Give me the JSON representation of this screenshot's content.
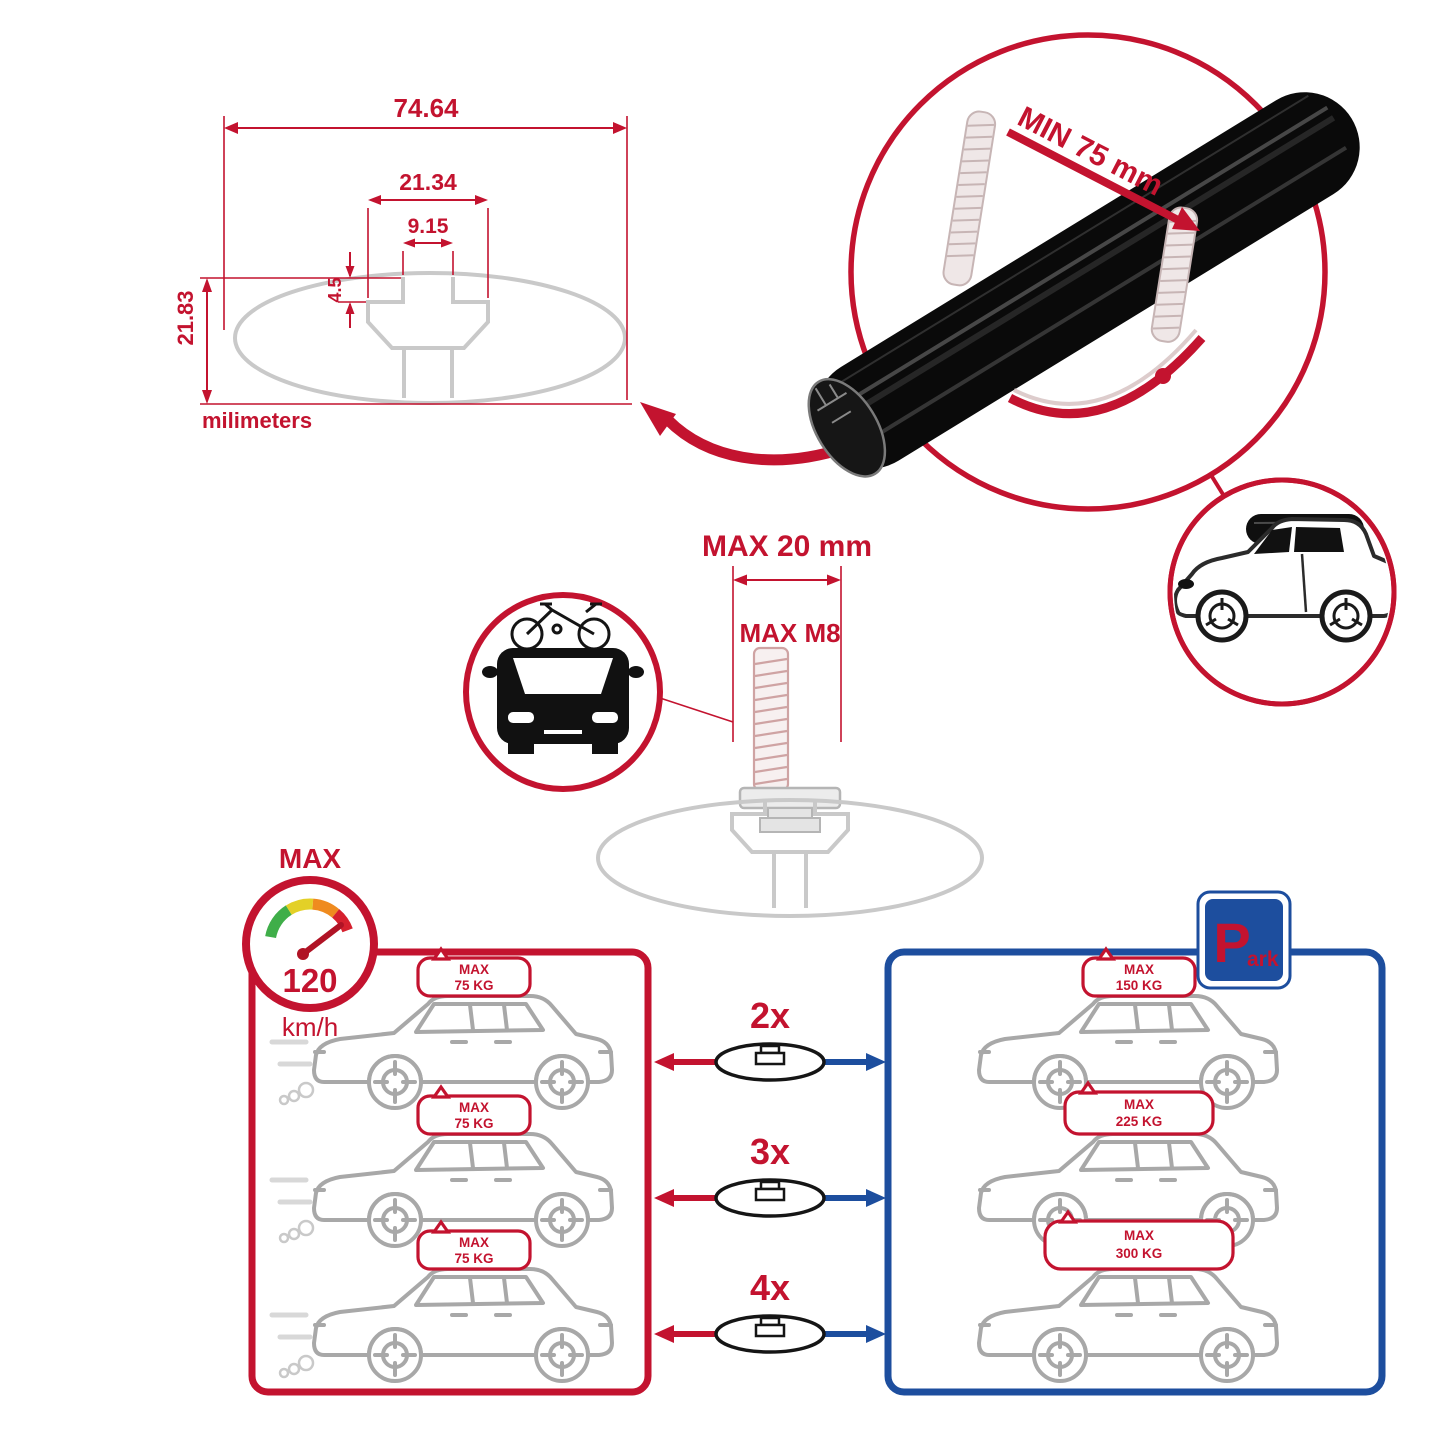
{
  "colors": {
    "red": "#c3132f",
    "blue": "#1d4e9e",
    "gray": "#c9c9c9",
    "black": "#111111"
  },
  "profile_dimensions": {
    "total_width": "74.64",
    "slot_outer_width": "21.34",
    "slot_inner_width": "9.15",
    "lip_height": "4.5",
    "total_height": "21.83",
    "unit_label": "milimeters"
  },
  "bar_detail": {
    "min_span_label": "MIN 75 mm"
  },
  "bolt_detail": {
    "max_length_label": "MAX 20 mm",
    "max_thread_label": "MAX M8"
  },
  "speed_limit": {
    "label": "MAX",
    "value": "120",
    "unit": "km/h"
  },
  "dynamic_panel": {
    "loads": [
      {
        "max": "MAX",
        "value": "75 KG"
      },
      {
        "max": "MAX",
        "value": "75 KG"
      },
      {
        "max": "MAX",
        "value": "75 KG"
      }
    ]
  },
  "multipliers": [
    {
      "label": "2x"
    },
    {
      "label": "3x"
    },
    {
      "label": "4x"
    }
  ],
  "static_panel": {
    "loads": [
      {
        "max": "MAX",
        "value": "150 KG"
      },
      {
        "max": "MAX",
        "value": "225 KG"
      },
      {
        "max": "MAX",
        "value": "300 KG"
      }
    ],
    "park_sign": {
      "letter": "P",
      "suffix": "ark"
    }
  }
}
